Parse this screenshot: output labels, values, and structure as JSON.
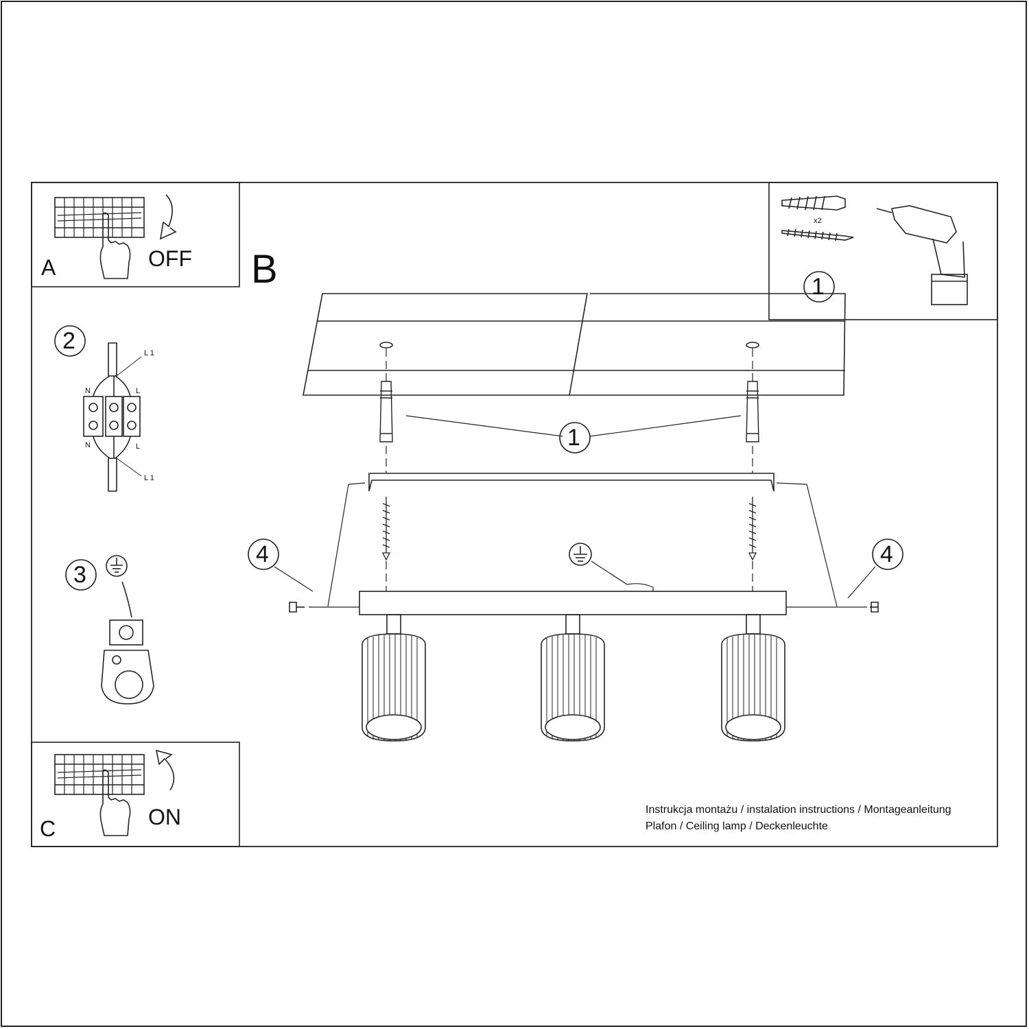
{
  "steps": {
    "a_letter": "A",
    "a_state": "OFF",
    "b_letter": "B",
    "c_letter": "C",
    "c_state": "ON"
  },
  "callouts": {
    "wiring": "2",
    "earth": "3",
    "fixings": "1",
    "tools": "1",
    "side_screw_left": "4",
    "side_screw_right": "4"
  },
  "wiring_labels": {
    "n_top": "N",
    "l_top": "L",
    "l1_top": "L 1",
    "n_bottom": "N",
    "l_bottom": "L",
    "l1_bottom": "L 1"
  },
  "kit": {
    "quantity": "x2"
  },
  "caption": {
    "line1": "Instrukcja montażu / instalation instructions / Montageanleitung",
    "line2": "Plafon / Ceiling lamp / Deckenleuchte"
  },
  "icons": [
    "breaker-panel-icon",
    "hand-icon",
    "arrow-down-icon",
    "arrow-up-icon",
    "wall-plug-icon",
    "screw-icon",
    "drill-icon",
    "earth-symbol-icon",
    "terminal-block-icon",
    "earth-terminal-icon",
    "spotlight-icon"
  ]
}
